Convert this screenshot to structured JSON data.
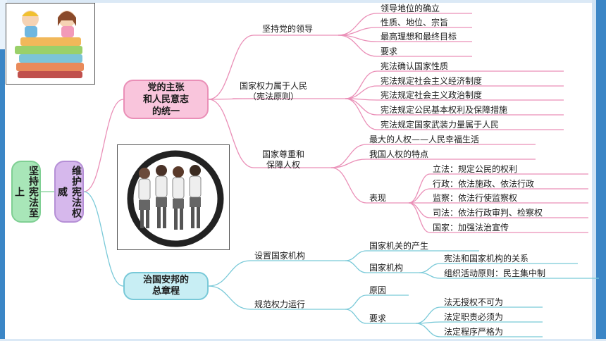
{
  "colors": {
    "pink": "#ea8fb7",
    "teal": "#79c9d8",
    "purple": "#b58fd6",
    "green": "#7fcf93",
    "frame": "#3b86c6"
  },
  "root": "坚持宪法至上",
  "level1": "维护宪法权威",
  "branch1": {
    "title": "党的主张\n和人民意志\n的统一",
    "groups": [
      {
        "label": "坚持党的领导",
        "items": [
          "领导地位的确立",
          "性质、地位、宗旨",
          "最高理想和最终目标",
          "要求"
        ]
      },
      {
        "label": "国家权力属于人民\n（宪法原则）",
        "items": [
          "宪法确认国家性质",
          "宪法规定社会主义经济制度",
          "宪法规定社会主义政治制度",
          "宪法规定公民基本权利及保障措施",
          "宪法规定国家武装力量属于人民"
        ]
      },
      {
        "label": "国家尊重和\n保障人权",
        "items": [
          "最大的人权——人民幸福生活",
          "我国人权的特点"
        ],
        "sub": {
          "label": "表现",
          "items": [
            "立法：规定公民的权利",
            "行政：依法施政、依法行政",
            "监察：依法行使监察权",
            "司法：依法行政审判、检察权",
            "国家：加强法治宣传"
          ]
        }
      }
    ]
  },
  "branch2": {
    "title": "治国安邦的\n总章程",
    "groups": [
      {
        "label": "设置国家机构",
        "items": [
          "国家机关的产生"
        ],
        "sub": {
          "label": "国家机构",
          "items": [
            "宪法和国家机构的关系",
            "组织活动原则：民主集中制"
          ]
        }
      },
      {
        "label": "规范权力运行",
        "items": [
          "原因"
        ],
        "sub": {
          "label": "要求",
          "items": [
            "法无授权不可为",
            "法定职责必须为",
            "法定程序严格为"
          ]
        }
      }
    ]
  },
  "images": {
    "top_left": "books-kids-illustration",
    "middle": "students-in-circle-illustration"
  }
}
